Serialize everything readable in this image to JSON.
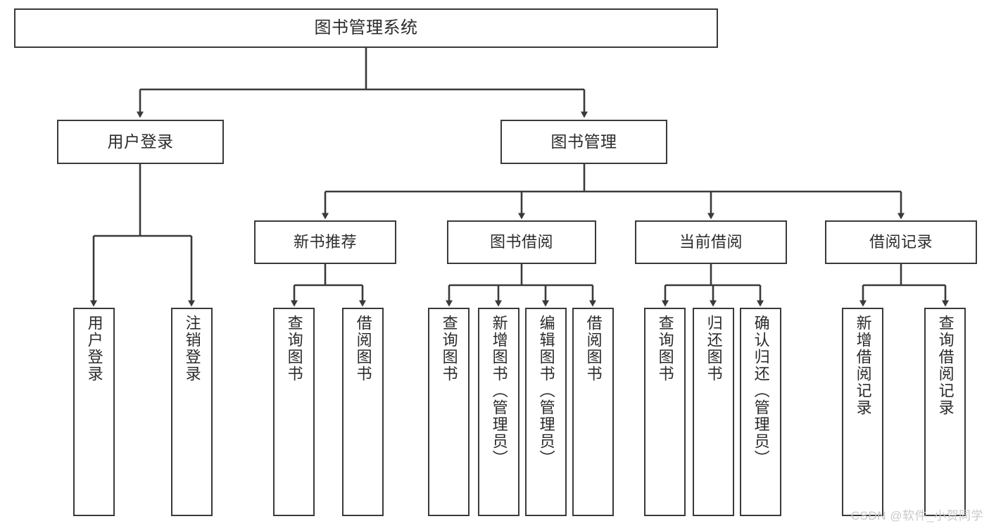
{
  "diagram": {
    "type": "tree",
    "title": "图书管理系统",
    "orientation": "top-down",
    "colors": {
      "box_border": "#3a3a3a",
      "box_fill": "#ffffff",
      "edge": "#3a3a3a",
      "text": "#2b2b2b",
      "watermark": "#c9c9c9",
      "background": "#ffffff"
    },
    "nodes": {
      "root": {
        "label": "图书管理系统"
      },
      "level2": [
        {
          "id": "user-login",
          "label": "用户登录"
        },
        {
          "id": "book-manage",
          "label": "图书管理"
        }
      ],
      "level3": [
        {
          "id": "new-book-rec",
          "label": "新书推荐"
        },
        {
          "id": "book-borrow",
          "label": "图书借阅"
        },
        {
          "id": "current-borrow",
          "label": "当前借阅"
        },
        {
          "id": "borrow-record",
          "label": "借阅记录"
        }
      ],
      "leaves": {
        "user-login": [
          {
            "id": "leaf-user-login",
            "label": "用户登录"
          },
          {
            "id": "leaf-logout",
            "label": "注销登录"
          }
        ],
        "new-book-rec": [
          {
            "id": "leaf-query-book-1",
            "label": "查询图书"
          },
          {
            "id": "leaf-borrow-book-1",
            "label": "借阅图书"
          }
        ],
        "book-borrow": [
          {
            "id": "leaf-query-book-2",
            "label": "查询图书"
          },
          {
            "id": "leaf-add-book",
            "label": "新增图书（管理员）"
          },
          {
            "id": "leaf-edit-book",
            "label": "编辑图书（管理员）"
          },
          {
            "id": "leaf-borrow-book-2",
            "label": "借阅图书"
          }
        ],
        "current-borrow": [
          {
            "id": "leaf-query-book-3",
            "label": "查询图书"
          },
          {
            "id": "leaf-return-book",
            "label": "归还图书"
          },
          {
            "id": "leaf-confirm-return",
            "label": "确认归还（管理员）"
          }
        ],
        "borrow-record": [
          {
            "id": "leaf-add-record",
            "label": "新增借阅记录"
          },
          {
            "id": "leaf-query-record",
            "label": "查询借阅记录"
          }
        ]
      }
    },
    "watermark": "CSDN @软件_小贺同学"
  }
}
